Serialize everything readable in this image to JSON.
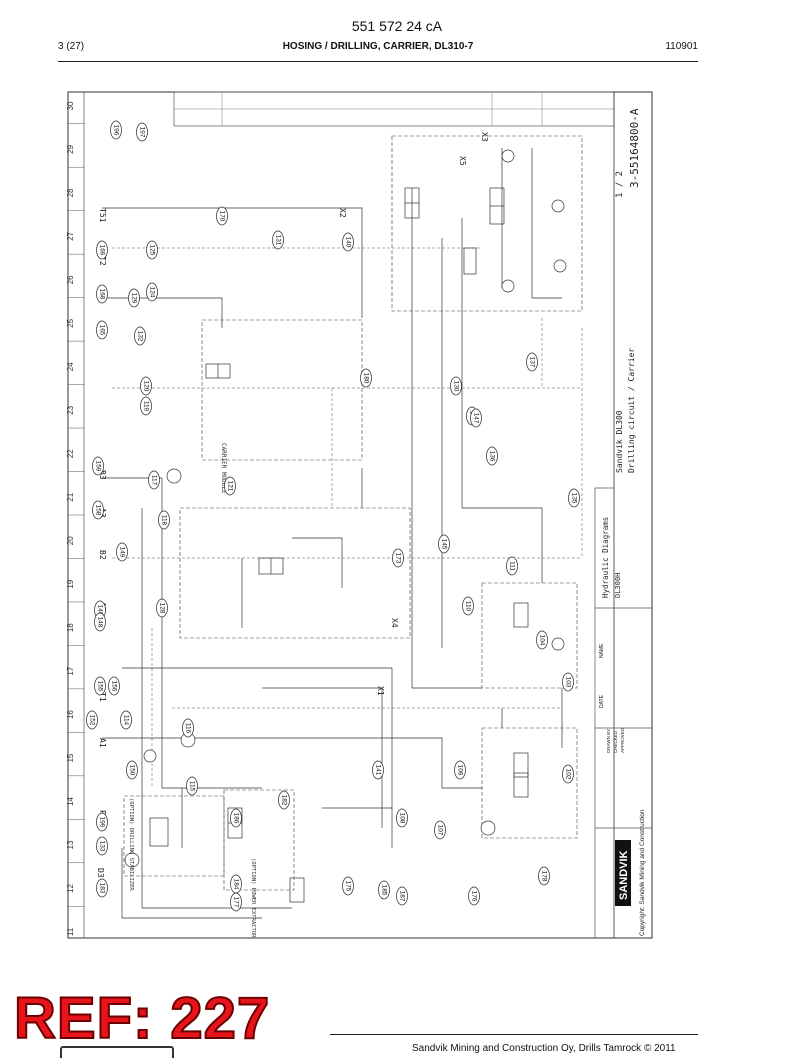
{
  "header": {
    "doc_number": "551 572 24 cA",
    "page": "3 (27)",
    "title": "HOSING / DRILLING, CARRIER, DL310-7",
    "date_code": "110901"
  },
  "drawing": {
    "grid_columns": [
      "11",
      "12",
      "13",
      "14",
      "15",
      "16",
      "17",
      "18",
      "19",
      "20",
      "21",
      "22",
      "23",
      "24",
      "25",
      "26",
      "27",
      "28",
      "29",
      "30"
    ],
    "component_ids": [
      "102",
      "103",
      "104",
      "107",
      "108",
      "109",
      "110",
      "111",
      "114",
      "115",
      "116",
      "117",
      "118",
      "119",
      "120",
      "121",
      "124",
      "125",
      "128",
      "129",
      "130",
      "131",
      "132",
      "133",
      "135",
      "136",
      "137",
      "140",
      "141",
      "143",
      "145",
      "146",
      "147",
      "148",
      "149",
      "150",
      "152",
      "155",
      "156",
      "158",
      "159",
      "165",
      "168",
      "169",
      "170",
      "173",
      "175",
      "176",
      "177",
      "178",
      "180",
      "182",
      "183",
      "184",
      "185",
      "186",
      "187",
      "196",
      "197",
      "199"
    ],
    "port_labels": [
      "D3",
      "PE",
      "A1",
      "T1",
      "A2",
      "B2",
      "A3",
      "B3",
      "T2",
      "T51",
      "X1",
      "X2",
      "X3",
      "X4",
      "X5"
    ],
    "group_labels": [
      "CARRIER MODULE",
      "(OPTION) DRILLING STABILIZER",
      "(OPTION) POWER EXTRACTOR"
    ],
    "title_block": {
      "brand": "SANDVIK",
      "copyright": "Copyright: Sandvik Mining and Construction",
      "product": "Sandvik DL300",
      "subject": "Drilling circuit / Carrier",
      "diagram_type": "Hydraulic Diagrams",
      "model": "DL300H",
      "drawing_number": "3-55164800-A",
      "sheet": "1 / 2",
      "col_date": "DATE",
      "col_name": "NAME",
      "row_drawn": "DRAWN BY",
      "row_checked": "CHECKED",
      "row_approved": "APPROVED"
    }
  },
  "stamp": {
    "text": "REF: 227"
  },
  "footer": {
    "text": "Sandvik Mining and Construction Oy, Drills Tamrock © 2011"
  }
}
